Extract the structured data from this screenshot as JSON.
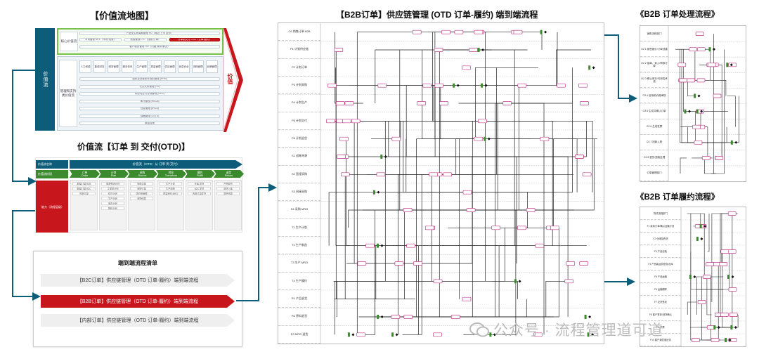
{
  "titles": {
    "value_map": "【价值流地图】",
    "otd": "价值流【订单 到 交付(OTD)】",
    "b2b_e2e": "【B2B订单】供应链管理 (OTD 订单-履约) 端到端流程",
    "b2b_order": "《B2B 订单处理流程》",
    "b2b_fulfil": "《B2B 订单履约流程》"
  },
  "value_map": {
    "side_label": "价值流",
    "core_label": "核心价值流",
    "mgmt_label": "管理和支持类价值流",
    "value_arrow": "价值",
    "core_bars": [
      "产品全生命周期管理 PD（概念 上市 退市）",
      "市场管理 MTL（市场 线索）",
      "线索管理 LTC（线索 订单）",
      "订单到交付 OTD（订单-履约）",
      "客户服务管理 ITR（问题 需求 解决）"
    ],
    "mini_boxes": [
      "人力资源",
      "集成财务",
      "税务管理",
      "服务体系",
      "生产管理",
      "质量管理",
      "供应管理",
      "信息安全",
      "流程管理",
      "品牌管理"
    ],
    "mgmt_bars": [
      "组织及流程体系规划管理 (PPM)",
      "公共关系管理 (PR)",
      "风险内控与合规管理 (GRC)",
      "审计管理 (RSCA)",
      "信息管理 (IRCA)",
      "战略管理 (CSTD)",
      "数据治理"
    ]
  },
  "otd": {
    "rows": [
      "价值流名称",
      "价值流阶段",
      "能力（流程层级）"
    ],
    "banner": "价值流（OTD：从 订单 到 交付）",
    "stages": [
      {
        "cn": "订单",
        "en": "Order"
      },
      {
        "cn": "计划",
        "en": "Plan"
      },
      {
        "cn": "采购",
        "en": "Source"
      },
      {
        "cn": "转化",
        "en": "Transform"
      },
      {
        "cn": "履约",
        "en": "Fulfill"
      },
      {
        "cn": "退货",
        "en": "Return"
      }
    ],
    "cells": [
      [
        "新建订单 B2B",
        "新建订单 B2C",
        "内部订单"
      ],
      [
        "需求预测计划",
        "主需求计划",
        "供应计划",
        "生产计划",
        "库存计划",
        "物料计划"
      ],
      [
        "采购寻源",
        "采购订单",
        "供应商管理",
        "采购结算"
      ],
      [
        "生产计划",
        "生产制造",
        "质量检验 MRO"
      ],
      [
        "仓库 发货",
        "B2C 发货",
        "内部订单发货"
      ],
      [
        "产品退货",
        "退货入库",
        "退货结算"
      ]
    ]
  },
  "e2e": {
    "title": "端到端流程清单",
    "items": [
      "【B2C订单】供应链管理（OTD 订单-履约）端到端流程",
      "【B2B订单】供应链管理（OTD 订单-履约）端到端流程",
      "【内部订单】供应链管理（OTD 订单-履约）端到端流程"
    ]
  },
  "main_lanes": [
    "O2 销售订单 B2B",
    "P1 计划供应链",
    "P2 计划订单",
    "P3 计划采购",
    "P4 计划生产",
    "P5 计划交付",
    "P6 计划退货",
    "S1 战略寻源",
    "S2 直接采购",
    "S3 间接采购",
    "S4 采购 MRO",
    "T1 生产计划",
    "T2 生产制造",
    "T3 生产 MRO",
    "T4 生产履约",
    "R1 产品退货",
    "R2 原料退货",
    "R3 MRO 退货"
  ],
  "order_lanes": [
    "销售流程部门",
    "O2.1 销售报价/订单创建",
    "O2.2 接单、录入/审核订单",
    "O2.3 确认库存/可用性承诺",
    "O2.4 信用和价格审核",
    "O2.5 生成并确认订单",
    "O2.6 生成发票",
    "O2.7 回款入账",
    "O2.8 退货/退款处理",
    "订单管理部门"
  ],
  "fulfil_lanes": [
    "物流流程部门",
    "F1 接收订单/确认运输计划",
    "F2 仓储及拣货",
    "F3 产品包装",
    "F4 产品装运前检验/出库",
    "F5 产品运输",
    "F6 运输跟踪",
    "F7 交货签收",
    "F8 客户签收/到货确认",
    "F9 开票",
    "F10 客户满意度反馈"
  ],
  "watermark": "公众号 · 流程管理道可道"
}
